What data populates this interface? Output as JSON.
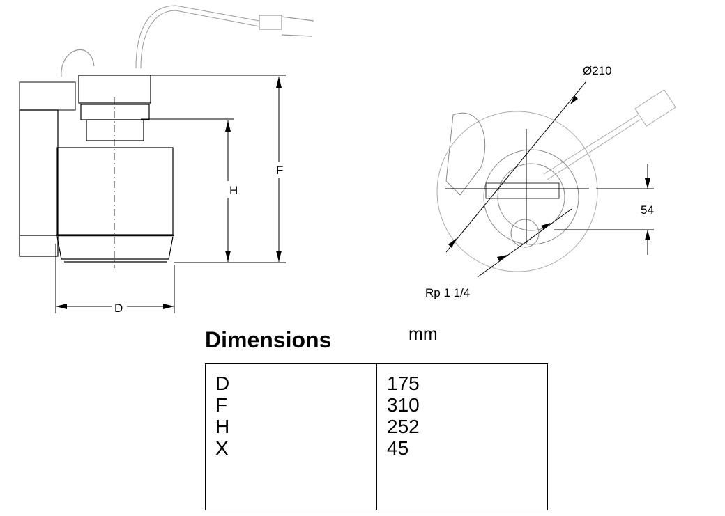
{
  "drawing": {
    "side_view_labels": {
      "D": "D",
      "H": "H",
      "F": "F"
    },
    "top_view_labels": {
      "diameter": "Ø210",
      "offset": "54",
      "outlet": "Rp 1 1/4"
    }
  },
  "dimensions": {
    "title": "Dimensions",
    "unit": "mm",
    "rows": [
      {
        "name": "D",
        "value": "175"
      },
      {
        "name": "F",
        "value": "310"
      },
      {
        "name": "H",
        "value": "252"
      },
      {
        "name": "X",
        "value": "45"
      }
    ]
  }
}
